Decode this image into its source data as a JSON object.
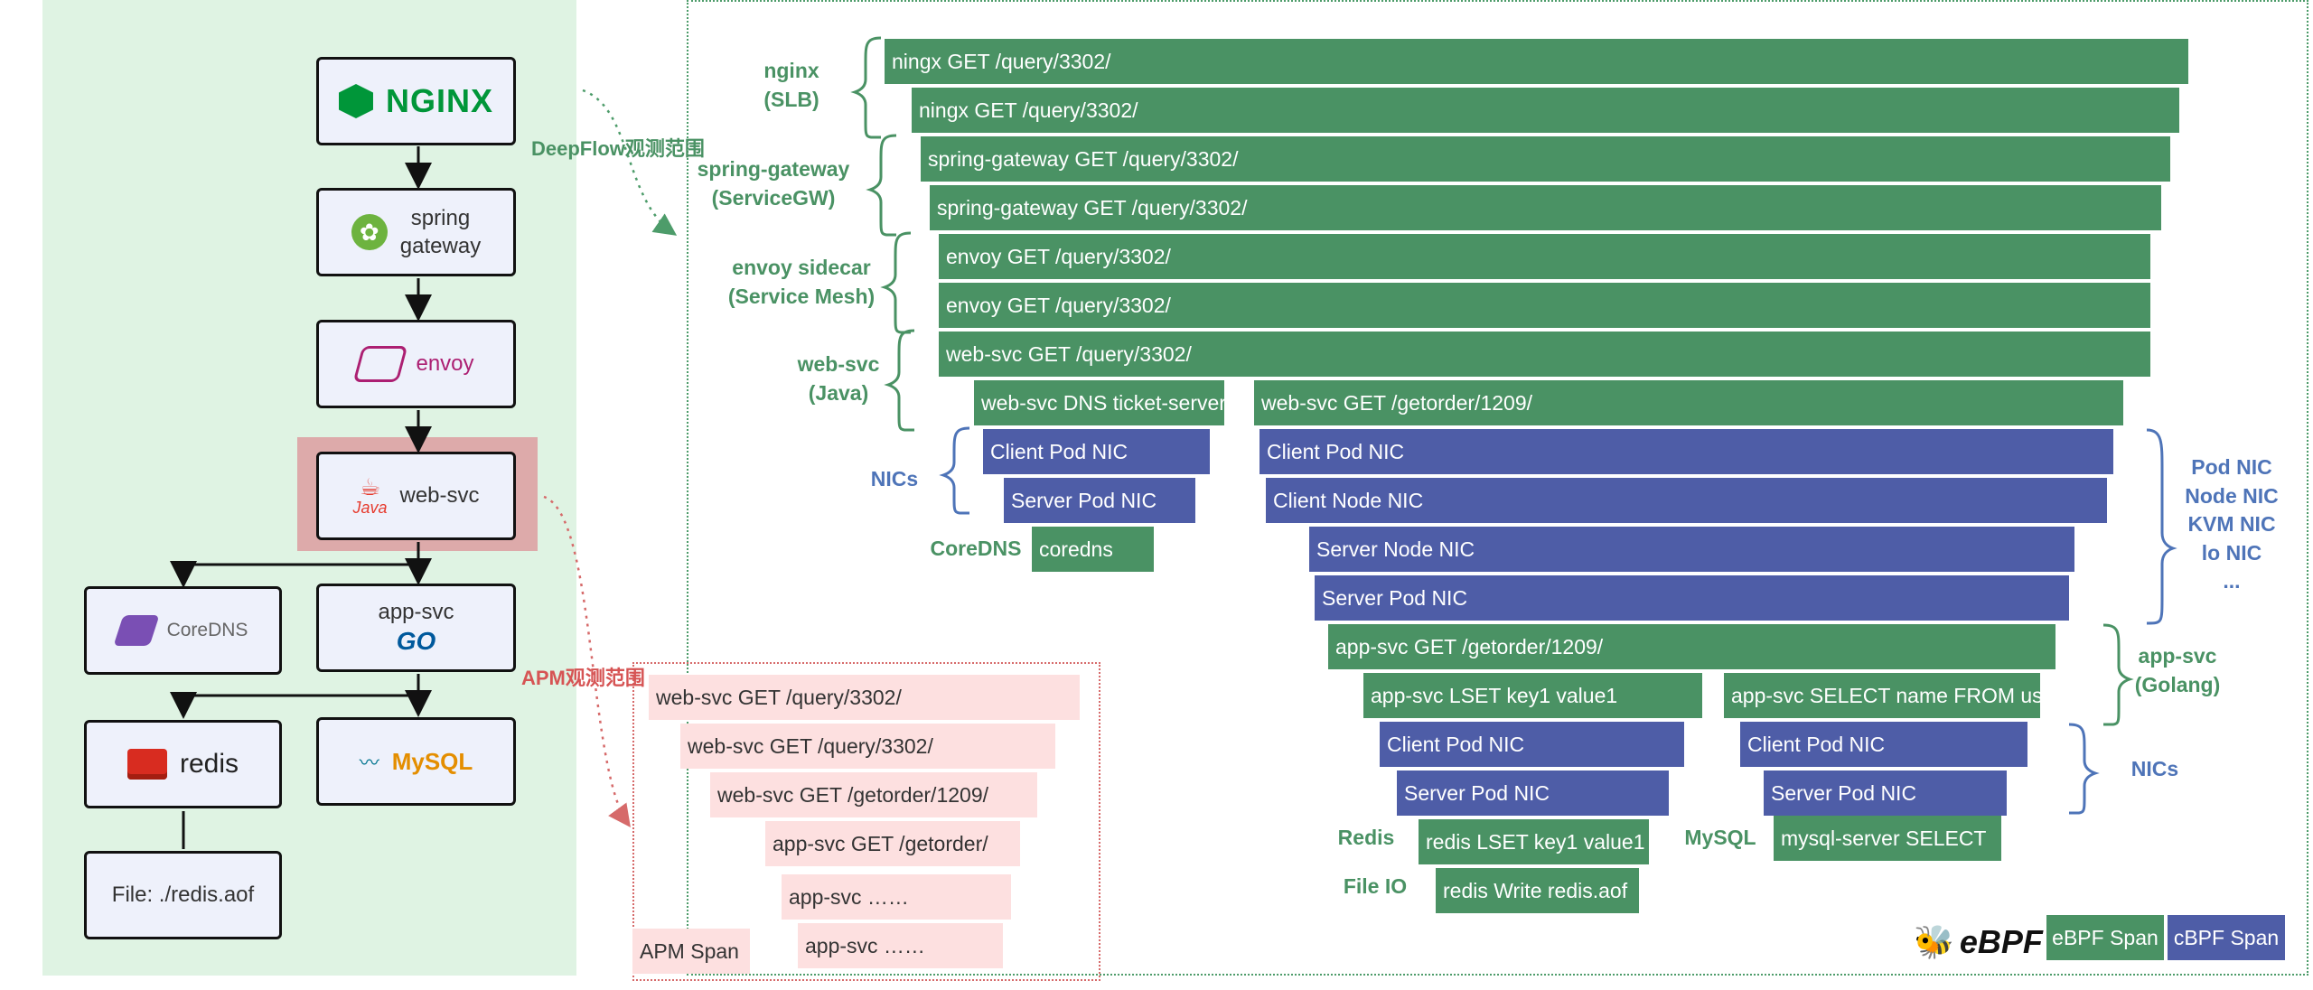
{
  "scopes": {
    "deepflow": "DeepFlow观测范围",
    "apm": "APM观测范围"
  },
  "services": {
    "nginx": "NGINX",
    "spring": "spring\ngateway",
    "envoy": "envoy",
    "websvc": "web-svc",
    "coredns": "CoreDNS",
    "appsvc": "app-svc",
    "go": "GO",
    "redis": "redis",
    "mysql": "MySQL",
    "file": "File: ./redis.aof",
    "java": "Java"
  },
  "group_labels": {
    "nginx": "nginx\n(SLB)",
    "spring": "spring-gateway\n(ServiceGW)",
    "envoy": "envoy sidecar\n(Service Mesh)",
    "websvc": "web-svc\n(Java)",
    "nics_left": "NICs",
    "coredns": "CoreDNS",
    "nics_right": "Pod NIC\nNode NIC\nKVM NIC\nlo NIC\n...",
    "appsvc": "app-svc\n(Golang)",
    "nics_bottom": "NICs",
    "redis": "Redis",
    "mysql": "MySQL",
    "fileio": "File IO"
  },
  "spans": {
    "s1": "ningx GET /query/3302/",
    "s2": "ningx GET /query/3302/",
    "s3": "spring-gateway GET /query/3302/",
    "s4": "spring-gateway GET /query/3302/",
    "s5": "envoy GET /query/3302/",
    "s6": "envoy GET /query/3302/",
    "s7": "web-svc GET /query/3302/",
    "s8": "web-svc DNS ticket-server",
    "s9": "web-svc GET /getorder/1209/",
    "s10": "Client Pod NIC",
    "s11": "Server Pod NIC",
    "s12": "coredns",
    "s13": "Client Pod NIC",
    "s14": "Client Node NIC",
    "s15": "Server Node NIC",
    "s16": "Server Pod NIC",
    "s17": "app-svc GET /getorder/1209/",
    "s18": "app-svc LSET key1 value1",
    "s19": "app-svc SELECT name FROM user",
    "s20": "Client Pod NIC",
    "s21": "Server Pod NIC",
    "s22": "Client Pod NIC",
    "s23": "Server Pod NIC",
    "s24": "redis LSET key1 value1",
    "s25": "mysql-server SELECT",
    "s26": "redis Write redis.aof"
  },
  "apm_spans": {
    "a1": "web-svc GET /query/3302/",
    "a2": "web-svc GET /query/3302/",
    "a3": "web-svc GET /getorder/1209/",
    "a4": "app-svc GET /getorder/",
    "a5": "app-svc ……",
    "a6": "app-svc ……",
    "label": "APM Span"
  },
  "legend": {
    "ebpf_logo": "eBPF",
    "ebpf_span": "eBPF Span",
    "cbpf_span": "cBPF Span"
  },
  "colors": {
    "ebpf": "#4a9264",
    "cbpf": "#4e5da7",
    "apm": "#fde0e0",
    "panel": "#dff3e3",
    "highlight": "#ddaaaa"
  }
}
